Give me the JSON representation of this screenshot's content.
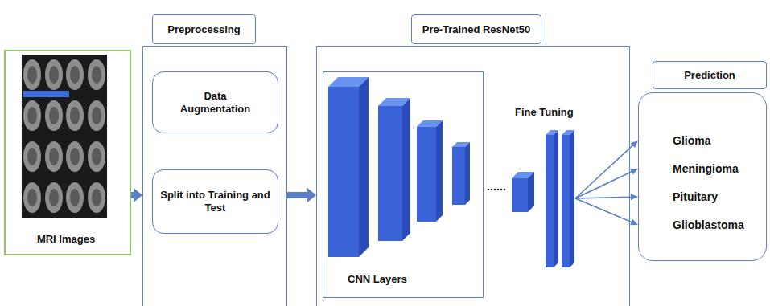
{
  "diagram": {
    "nodes": [
      {
        "text": [
          "MRI Images"
        ]
      },
      {
        "text": [
          "Preprocessing"
        ]
      },
      {
        "text": [
          "Data Augmentation"
        ],
        "in": 1
      },
      {
        "text": [
          "Split into Training and Test"
        ],
        "in": 1
      },
      {
        "text": [
          "Pre-Trained ResNet50"
        ]
      },
      {
        "text": [
          "CNN Layers"
        ],
        "in": 4
      },
      {
        "text": [
          "Prediction",
          "Glioma",
          "Meningioma",
          "Pituitary",
          "Glioblastoma"
        ]
      }
    ],
    "edges": [
      {
        "from": 0,
        "to": 1,
        "arrow": "to"
      },
      {
        "from": 1,
        "to": 4,
        "arrow": "to"
      },
      {
        "from": 4,
        "to": 6,
        "arrow": "to"
      }
    ],
    "labels": [
      "Fine Tuning"
    ]
  }
}
